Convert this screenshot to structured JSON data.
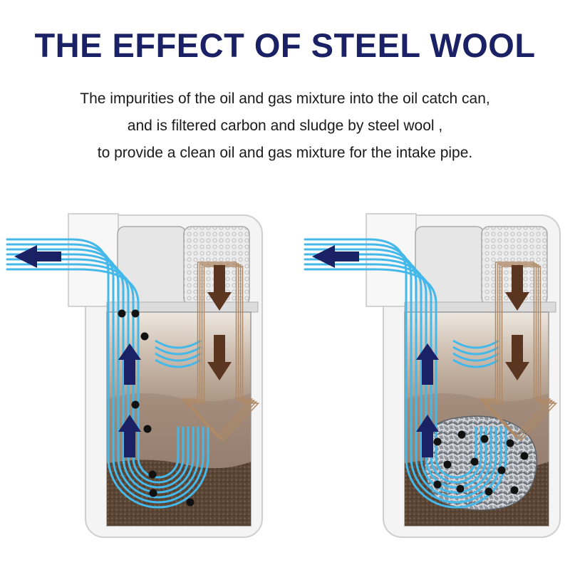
{
  "title": "THE EFFECT OF STEEL WOOL",
  "description": {
    "line1": "The impurities of the oil and gas mixture into the oil catch can,",
    "line2": "and is filtered carbon and sludge by steel wool ,",
    "line3": "to provide a clean oil and gas mixture for the intake pipe."
  },
  "diagrams": [
    {
      "id": "without-steel-wool",
      "steel_wool": false,
      "particles_in_stream": 8
    },
    {
      "id": "with-steel-wool",
      "steel_wool": true,
      "particles_in_stream": 0
    }
  ],
  "colors": {
    "title": "#1b2165",
    "gas_flow_lines": "#45b8ea",
    "gas_arrow": "#1b2165",
    "oil_arrow": "#5a3520",
    "sludge": "#8a7566",
    "carbon_particle": "#111111"
  }
}
